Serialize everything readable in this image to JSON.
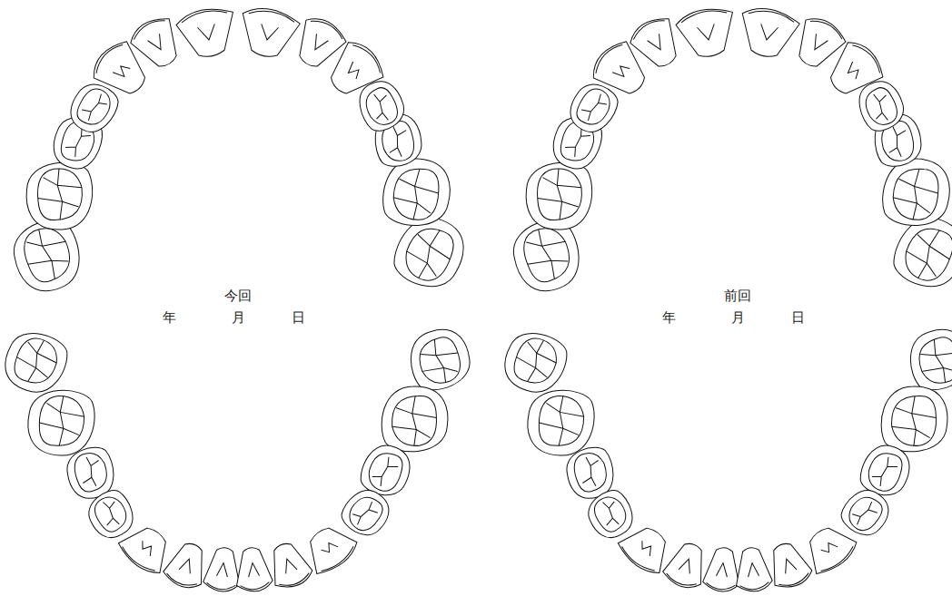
{
  "diagram": {
    "labels": [
      "今回",
      "年",
      "月",
      "日",
      "前回",
      "年",
      "月",
      "日"
    ]
  }
}
